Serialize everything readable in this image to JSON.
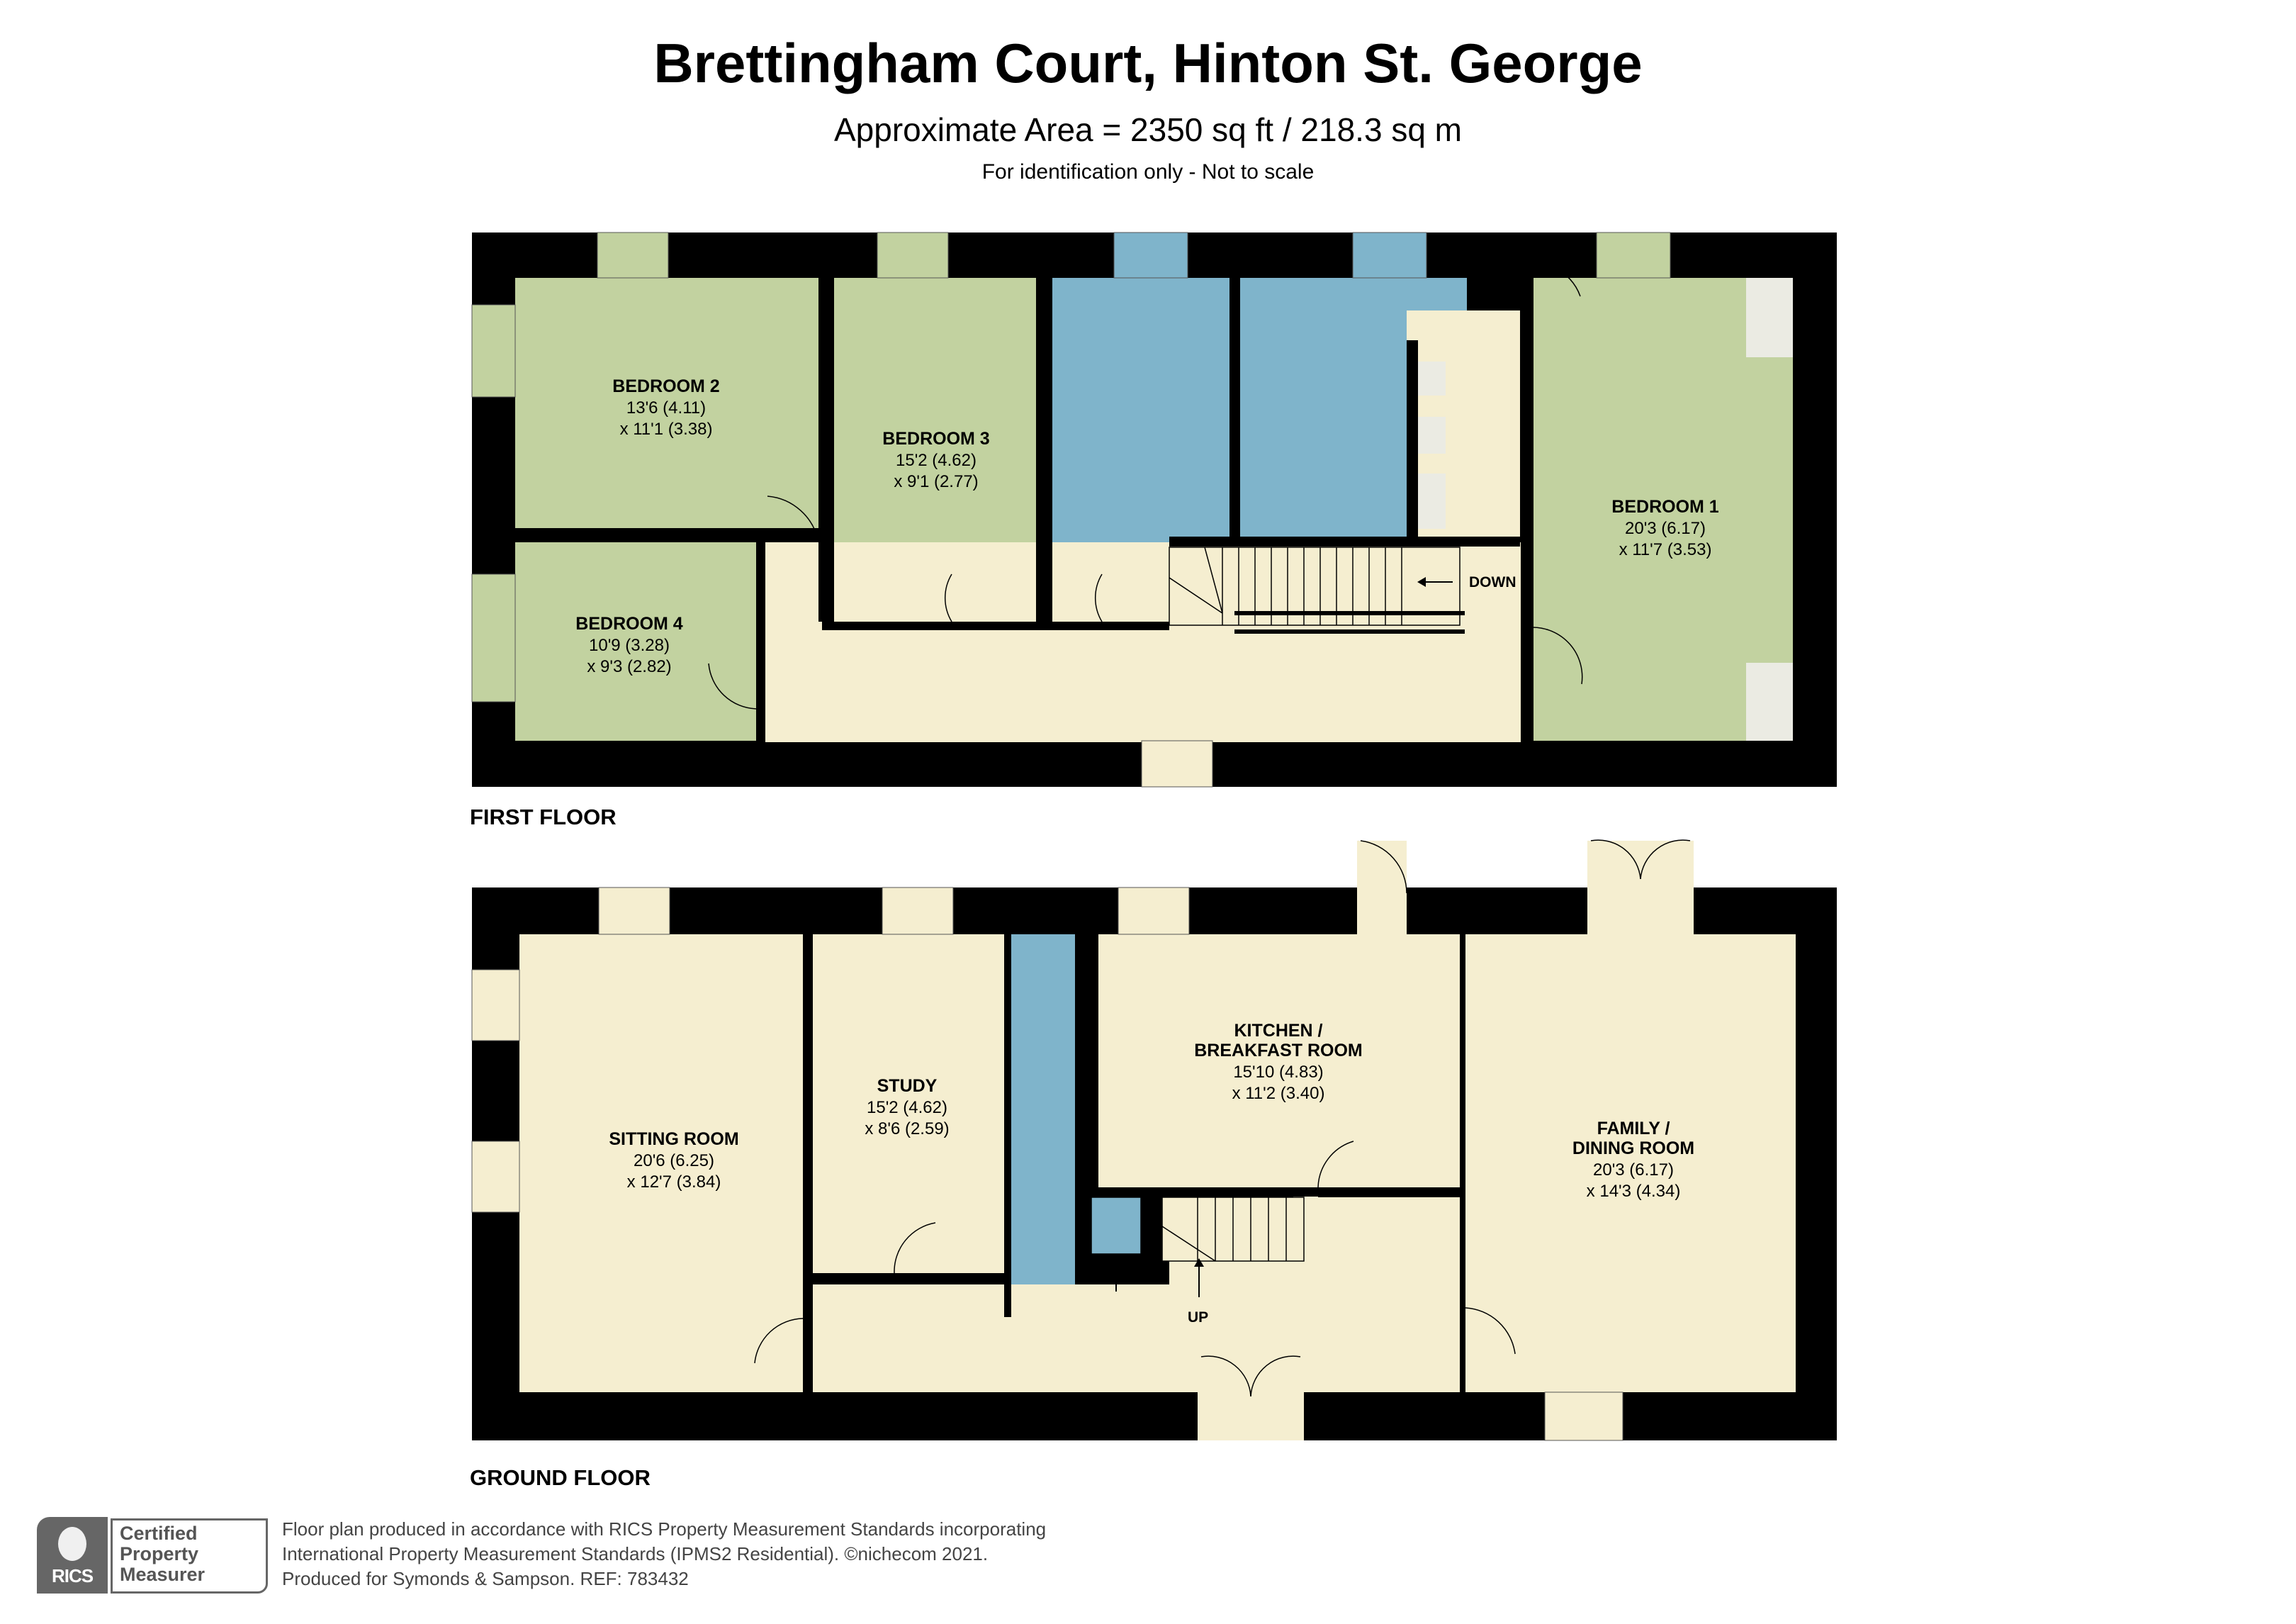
{
  "header": {
    "title": "Brettingham Court, Hinton St. George",
    "area": "Approximate Area = 2350 sq ft / 218.3 sq m",
    "note": "For identification only - Not to scale"
  },
  "colors": {
    "wall": "#000000",
    "bedroom_green": "#c2d2a0",
    "bathroom_blue": "#7fb4cb",
    "circulation_cream": "#f5eed0",
    "cupboard_grey": "#ebebe3",
    "footer_grey": "#666666"
  },
  "first_floor": {
    "label": "FIRST FLOOR",
    "rooms": [
      {
        "name": "BEDROOM 2",
        "dim1": "13'6 (4.11)",
        "dim2": "x 11'1 (3.38)"
      },
      {
        "name": "BEDROOM 3",
        "dim1": "15'2 (4.62)",
        "dim2": "x 9'1 (2.77)"
      },
      {
        "name": "BEDROOM 4",
        "dim1": "10'9 (3.28)",
        "dim2": "x 9'3 (2.82)"
      },
      {
        "name": "BEDROOM 1",
        "dim1": "20'3 (6.17)",
        "dim2": "x 11'7 (3.53)"
      }
    ],
    "stair_label": "DOWN"
  },
  "ground_floor": {
    "label": "GROUND FLOOR",
    "rooms": [
      {
        "name": "SITTING ROOM",
        "dim1": "20'6 (6.25)",
        "dim2": "x 12'7 (3.84)"
      },
      {
        "name": "STUDY",
        "dim1": "15'2 (4.62)",
        "dim2": "x 8'6 (2.59)"
      },
      {
        "name_line1": "KITCHEN /",
        "name_line2": "BREAKFAST ROOM",
        "dim1": "15'10 (4.83)",
        "dim2": "x 11'2 (3.40)"
      },
      {
        "name_line1": "FAMILY /",
        "name_line2": "DINING ROOM",
        "dim1": "20'3 (6.17)",
        "dim2": "x 14'3 (4.34)"
      }
    ],
    "stair_label": "UP"
  },
  "footer": {
    "badge_org": "RICS",
    "badge_line1": "Certified",
    "badge_line2": "Property",
    "badge_line3": "Measurer",
    "line1": "Floor plan produced in accordance with RICS Property Measurement Standards incorporating",
    "line2": "International Property Measurement Standards (IPMS2 Residential).   ©nichecom 2021.",
    "line3": "Produced for Symonds & Sampson.   REF: 783432"
  }
}
